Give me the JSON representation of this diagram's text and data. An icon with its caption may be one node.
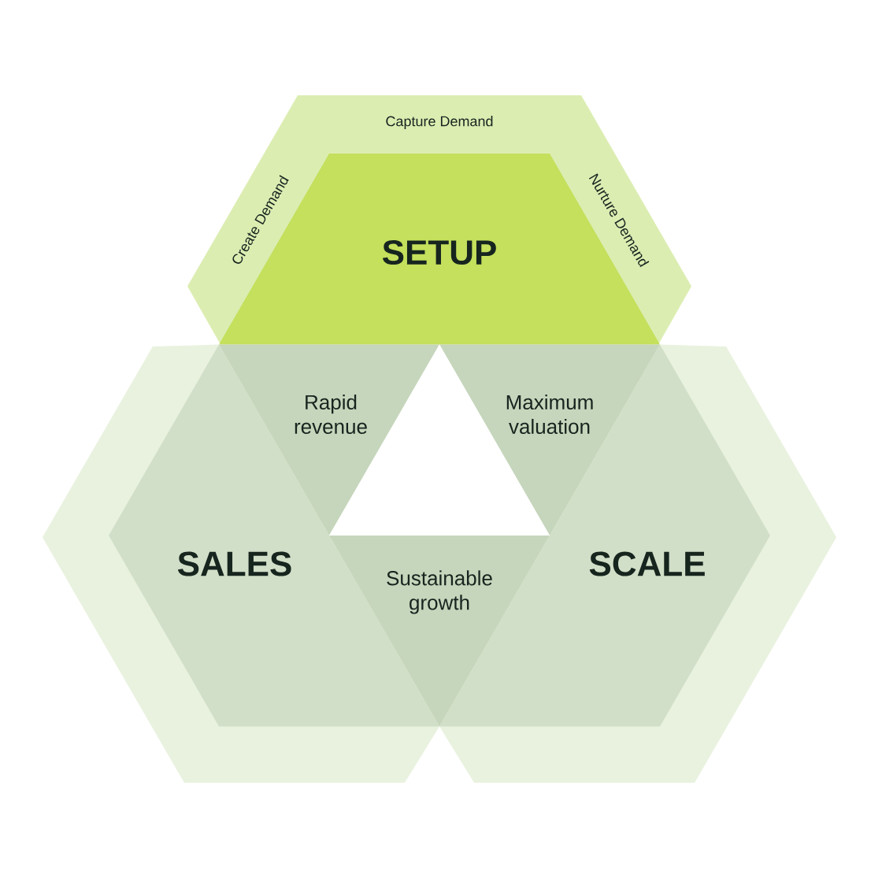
{
  "diagram": {
    "nodes": [
      {
        "text": [
          "Capture Demand",
          "Create Demand",
          "Nurture Demand"
        ]
      },
      {
        "text": [
          "SETUP"
        ],
        "in": 0
      },
      {
        "text": [
          "Rapid revenue"
        ]
      },
      {
        "text": [
          "Maximum valuation"
        ]
      },
      {
        "text": [],
        "shape": "triangle"
      },
      {
        "text": [],
        "shape": "hexagon"
      },
      {
        "text": [
          "SALES"
        ],
        "in": 5
      },
      {
        "text": [
          "Sustainable growth"
        ]
      },
      {
        "text": [],
        "shape": "hexagon"
      },
      {
        "text": [
          "SCALE"
        ],
        "in": 8
      }
    ]
  }
}
